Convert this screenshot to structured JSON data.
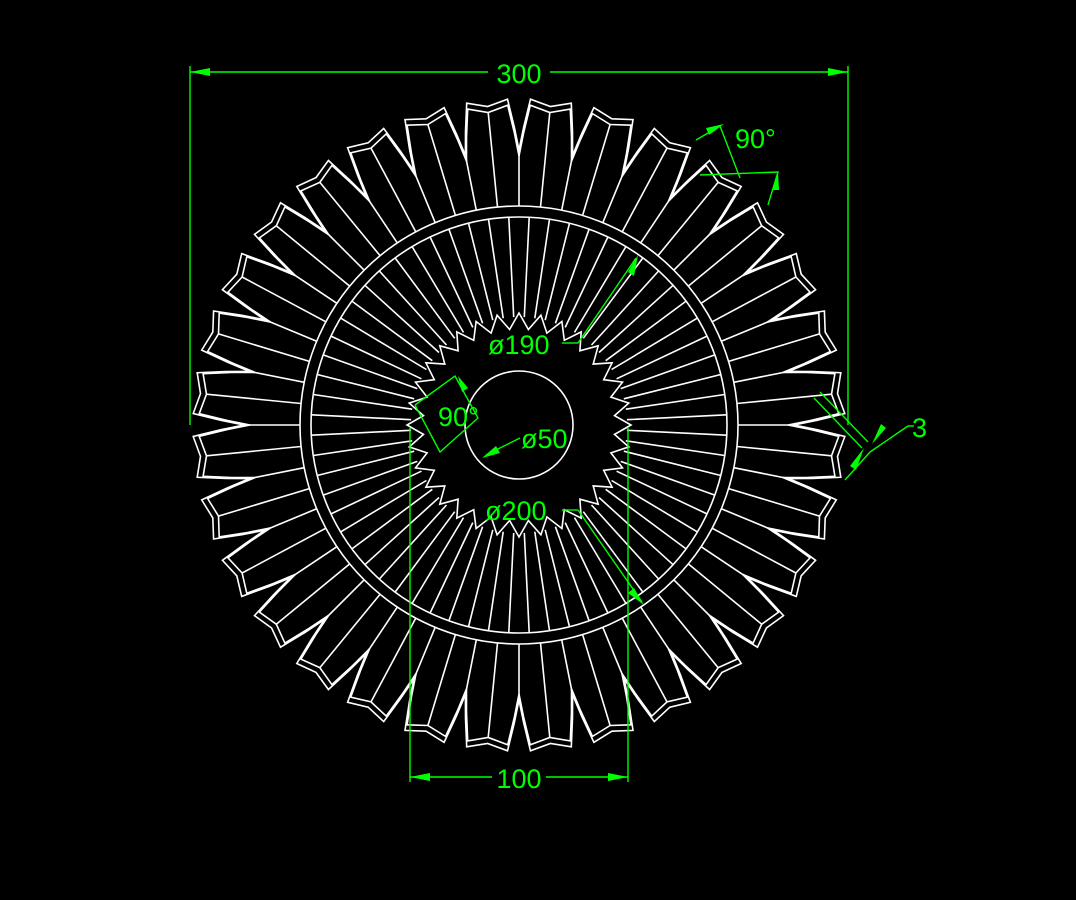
{
  "colors": {
    "background": "#000000",
    "geometry": "#ffffff",
    "dimension": "#00ff00"
  },
  "drawing": {
    "petal_count": 32,
    "spline_teeth": 32
  },
  "dimensions": {
    "overall_width": "300",
    "bottom_width": "100",
    "diameter_190": "ø190",
    "diameter_200": "ø200",
    "diameter_50": "ø50",
    "angle_top": "90°",
    "angle_inner": "90°",
    "offset": "3"
  }
}
